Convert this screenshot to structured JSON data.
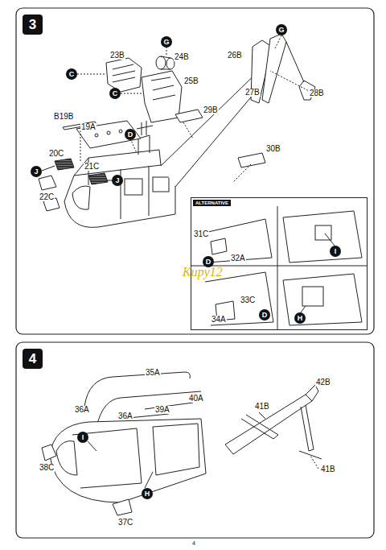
{
  "diagram": {
    "nodes": [
      {
        "text": [
          "3"
        ]
      },
      {
        "text": [
          "G"
        ]
      },
      {
        "text": [
          "C"
        ]
      },
      {
        "text": [
          "C"
        ]
      },
      {
        "text": [
          "G"
        ]
      },
      {
        "text": [
          "D"
        ]
      },
      {
        "text": [
          "J"
        ]
      },
      {
        "text": [
          "J"
        ]
      },
      {
        "text": [
          "ALTERNATIVE"
        ]
      },
      {
        "text": [
          "D"
        ],
        "in": 8
      },
      {
        "text": [
          "I"
        ],
        "in": 8
      },
      {
        "text": [
          "D"
        ],
        "in": 8
      },
      {
        "text": [
          "H"
        ],
        "in": 8
      },
      {
        "text": [
          "4"
        ]
      },
      {
        "text": [
          "I"
        ]
      },
      {
        "text": [
          "H"
        ]
      }
    ],
    "labels": [
      "23B",
      "24B",
      "25B",
      "26B",
      "27B",
      "28B",
      "29B",
      "30B",
      "B19B",
      "19A",
      "20C",
      "21C",
      "22C",
      "31C",
      "32A",
      "33C",
      "34A",
      "Kupy12",
      "35A",
      "36A",
      "36A",
      "39A",
      "40A",
      "38C",
      "37C",
      "41B",
      "42B",
      "41B",
      "4"
    ]
  }
}
